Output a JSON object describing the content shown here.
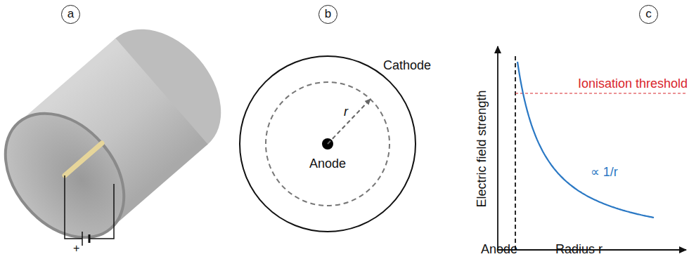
{
  "diagram": {
    "nodes": [
      {
        "text": [
          "a"
        ]
      },
      {
        "text": [
          "b"
        ]
      },
      {
        "text": [
          "c"
        ]
      },
      {
        "text": [
          "Cathode"
        ]
      }
    ],
    "labels": [
      "+",
      "r",
      "Anode",
      "Electric field strength",
      "Ionisation threshold",
      "∝ 1/r",
      "Anode",
      "Radius r"
    ]
  }
}
